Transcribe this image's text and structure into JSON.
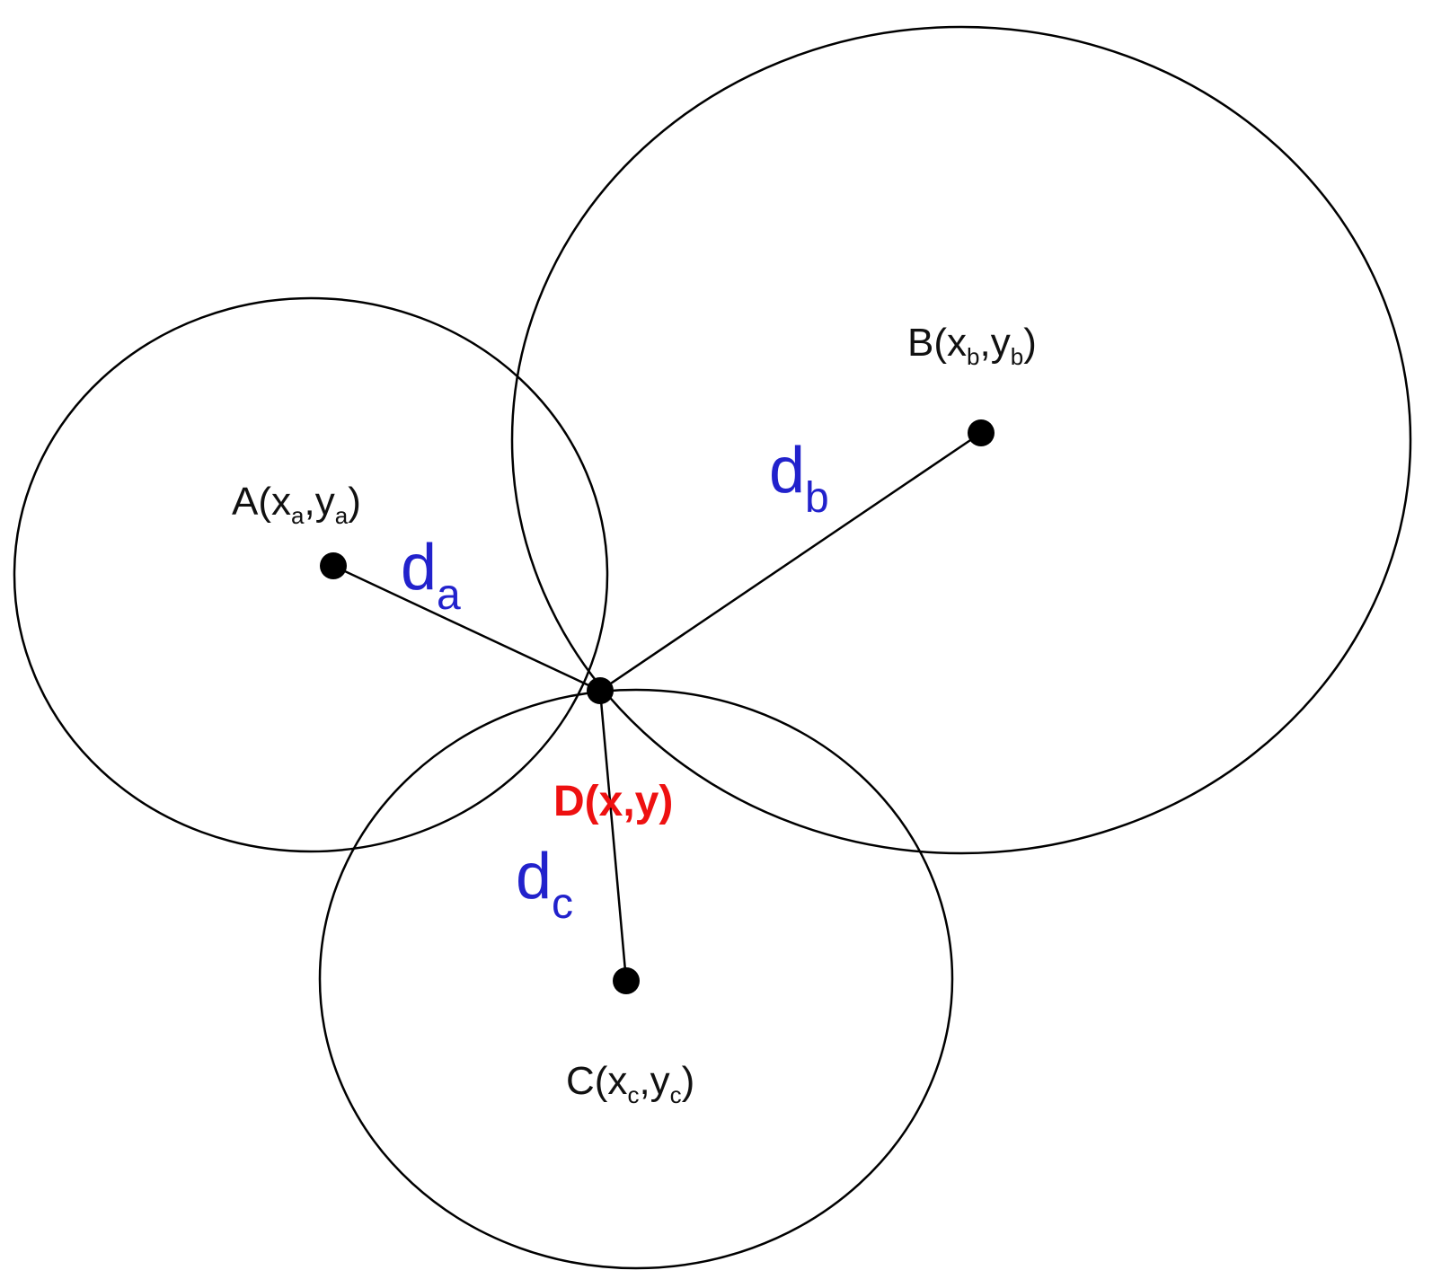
{
  "diagram": {
    "anchors": {
      "a": {
        "name": "A",
        "sub": "a"
      },
      "b": {
        "name": "B",
        "sub": "b"
      },
      "c": {
        "name": "C",
        "sub": "c"
      }
    },
    "distances": {
      "a": {
        "main": "d",
        "sub": "a"
      },
      "b": {
        "main": "d",
        "sub": "b"
      },
      "c": {
        "main": "d",
        "sub": "c"
      }
    },
    "target": {
      "label": "D(x,y)"
    },
    "colors": {
      "line": "#000000",
      "distance_label": "#2222cc",
      "target_label": "#ee1111"
    }
  }
}
